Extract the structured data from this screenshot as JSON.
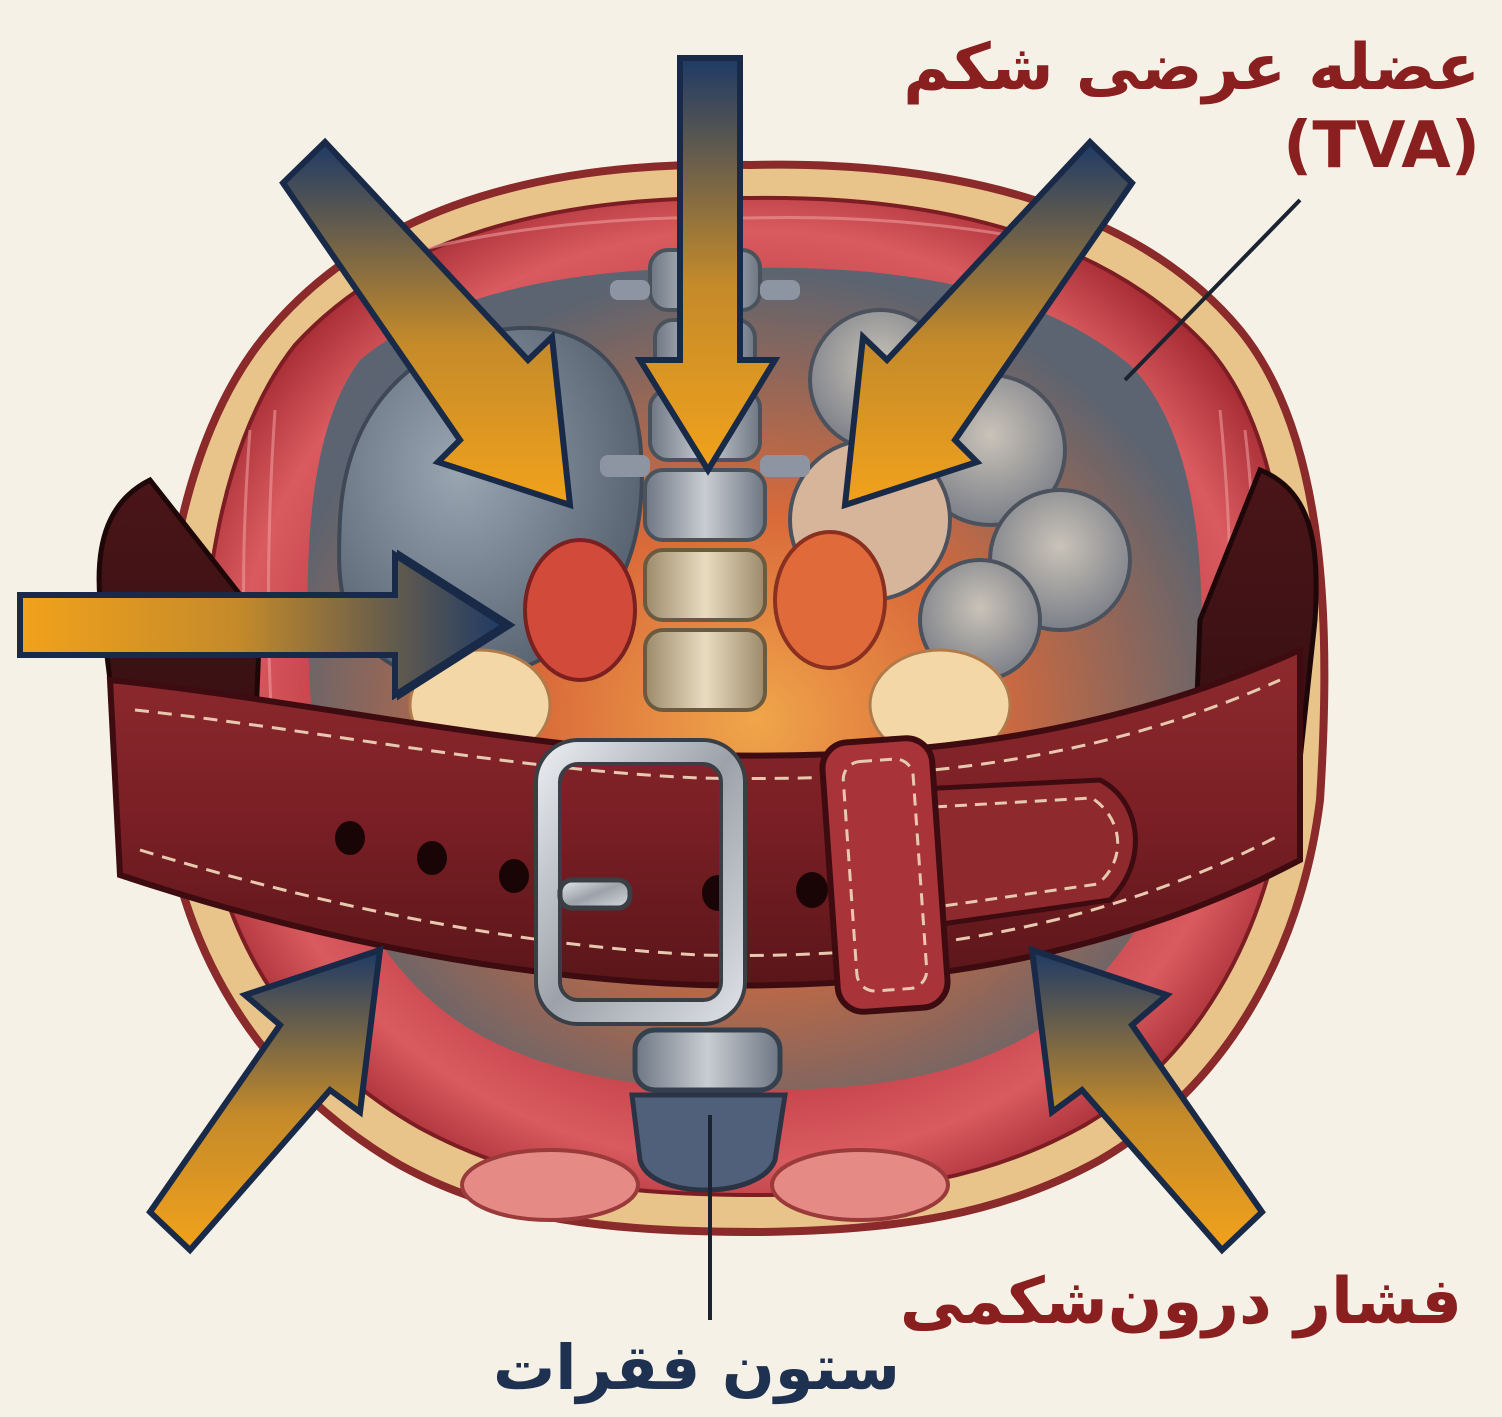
{
  "labels": {
    "tva_line1": "عضله عرضی شکم",
    "tva_line2": "(TVA)",
    "intra_abdominal_pressure": "فشار درون‌شکمی",
    "spine": "ستون فقرات"
  },
  "colors": {
    "background": "#f6f1e7",
    "label_red": "#8a1f1f",
    "label_navy": "#1f3150",
    "arrow_navy": "#1e3a66",
    "arrow_orange": "#f2a21b",
    "muscle_red": "#c4404a",
    "belt_leather": "#7a1f25",
    "buckle_metal": "#b9bdc4",
    "vertebra": "#9aa3ad"
  },
  "icons": {
    "arrow": "inward-compression-arrow",
    "belt": "weightlifting-belt",
    "buckle": "belt-buckle",
    "spine": "vertebra-column"
  }
}
